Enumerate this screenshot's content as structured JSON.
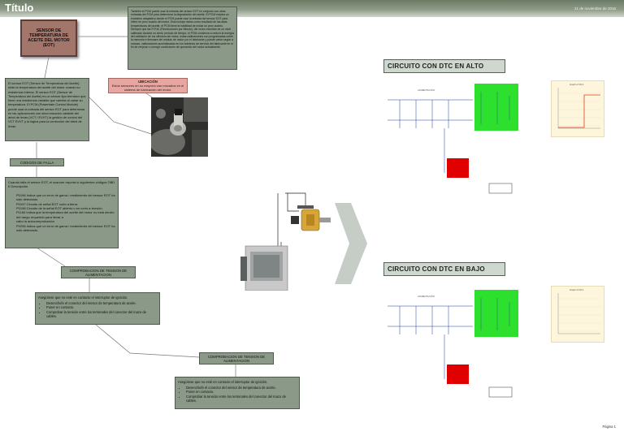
{
  "header": {
    "title": "Título",
    "date": "21 de noviembre de 2016"
  },
  "sensor_box": {
    "lines": [
      "SENSOR DE",
      "TEMPERATURA DE",
      "ACEITE DEL MOTOR",
      "(EOT)"
    ]
  },
  "top_text": "También el PCM puede usar la entrada del sensor EOT en conjunto con otras entradas del PCM para determinar la degradación del aceite. El PCM emplea un muestreo adaptativo donde el PCM puede usar la entrada del sensor EOT para inferir en peor cuanto del motor. Esto incluye datos como resultado de las altas temperaturas del aceite, el PCM tiene la habilidad de iniciar un peor cuanto. Siempre que las R.P.M. (Revoluciones por Minuto), del motor excedan de un nivel calibrado durante un cierto periodo de tiempo, el PCM comienza a reducir la energía del calefactor de los cilindros del motor, estas calibraciones son programadas sobre la memoria e firmware del módulo de motor por el fabricante y puede variar según a marcas, calibraciones suministradas en los boletines de servicio del fabricante en el fin de mejorar o corregir condiciones de operación del motor actualmente.",
  "intro_text": "El sensor EOT (Sensor de Temperatura del Aceite) mide la temperatura del aceite del motor cuando su resistencia interna. El sensor EOT (Sensor de Temperatura del Aceite) es un sensor tipo termistor que tiene una resistencia variable que cambia al variar su temperatura. El PCM (Powertrain Control Module) puede usar la entrada del sensor EOT para determinar en las aplicaciones con sincronización variable del árbol de levas (VCT / EVVT) la gestión de control del VCT EVVT y la lógica para la corrección del árbol de levas.",
  "ubicacion": {
    "title": "UBICACIÓN",
    "text": "Estos sensores en su mayoría van roscados en el sistema de lubricación del motor."
  },
  "codigos": {
    "label": "CODIGOS DE FALLA",
    "intro": "Cuando falla el sensor EOT, el scanner reporta lo siguientes códigos OBD II Descripción.",
    "items": [
      "P0196 Indica que un error de gama / rendimiento del sensor EOT ha sido detectado.",
      "P0197  Circuito de señal EOT corto a tierra",
      "P0198 Circuito de la señal EOT abierto o en corto a tensión.",
      "P1184 Indica que la temperatura del aceite del motor no está dentro del rango requerido para llevar a",
      "cabo la autocomprobación",
      "P0298 Indica que un error de gama / rendimiento del sensor EOT ha sido detectado."
    ]
  },
  "comprobacion1": {
    "label": "COMPROBACION DE TENSION DE ALIMENTACION",
    "intro": "Asegúrese que no esté en contacto el interruptor de ignición.",
    "items": [
      "Desenchufe el conector del sensor de temperatura de aceite.",
      "Poner en contacto.",
      "Comprobar la tensión entre los terminales del conector del mazo de cables."
    ]
  },
  "comprobacion2": {
    "label": "COMPROBACION DE TENSION DE ALIMENTACION",
    "intro": "Asegúrese que no esté en contacto el interruptor de ignición.",
    "items": [
      "Desenchufe el conector del sensor de temperatura de aceite.",
      "Poner en contacto.",
      "Comprobar la tensión entre los terminales del conector del mazo de cables."
    ]
  },
  "circuito_alto": {
    "label": "CIRCUITO CON DTC EN ALTO",
    "schem_label": "ALIMENTACIÓN",
    "graph_title": "Graph of DC1"
  },
  "circuito_bajo": {
    "label": "CIRCUITO CON DTC EN BAJO",
    "schem_label": "ALIMENTACIÓN",
    "graph_title": "Graph of DC1"
  },
  "footer": {
    "page": "Página 1"
  },
  "colors": {
    "title_bar": "#8d9a87",
    "box_fill": "#8b9988",
    "sensor_fill": "#a2766b",
    "ubicacion_fill": "#e8a6a0",
    "green_block": "#2ee02e",
    "red_block": "#e00000"
  }
}
